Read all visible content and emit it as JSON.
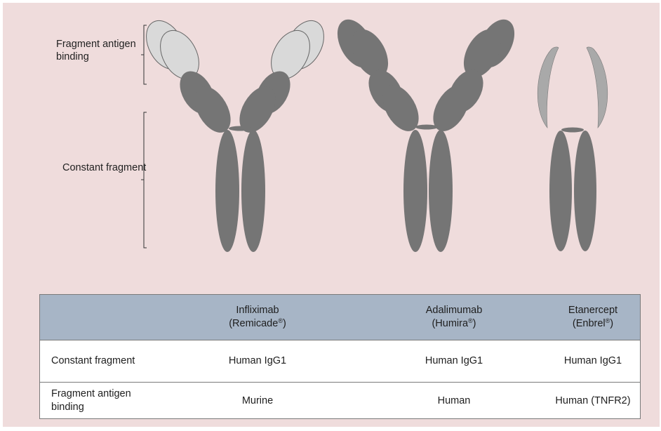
{
  "labels": {
    "fab": "Fragment antigen binding",
    "fc": "Constant fragment"
  },
  "colors": {
    "background": "#efdcdc",
    "constant_region": "#757575",
    "murine_fab": "#d9d9d9",
    "receptor": "#a9a9a9",
    "table_header": "#a7b5c6"
  },
  "table": {
    "headers": [
      {
        "name": "",
        "brand": "",
        "mark": ""
      },
      {
        "name": "Infliximab",
        "brand": "(Remicade",
        "mark": "®",
        "close": ")"
      },
      {
        "name": "Adalimumab",
        "brand": "(Humira",
        "mark": "®",
        "close": ")"
      },
      {
        "name": "Etanercept",
        "brand": "(Enbrel",
        "mark": "®",
        "close": ")"
      }
    ],
    "rows": [
      [
        "Constant fragment",
        "Human IgG1",
        "Human IgG1",
        "Human IgG1"
      ],
      [
        "Fragment antigen binding",
        "Murine",
        "Human",
        "Human (TNFR2)"
      ]
    ]
  }
}
